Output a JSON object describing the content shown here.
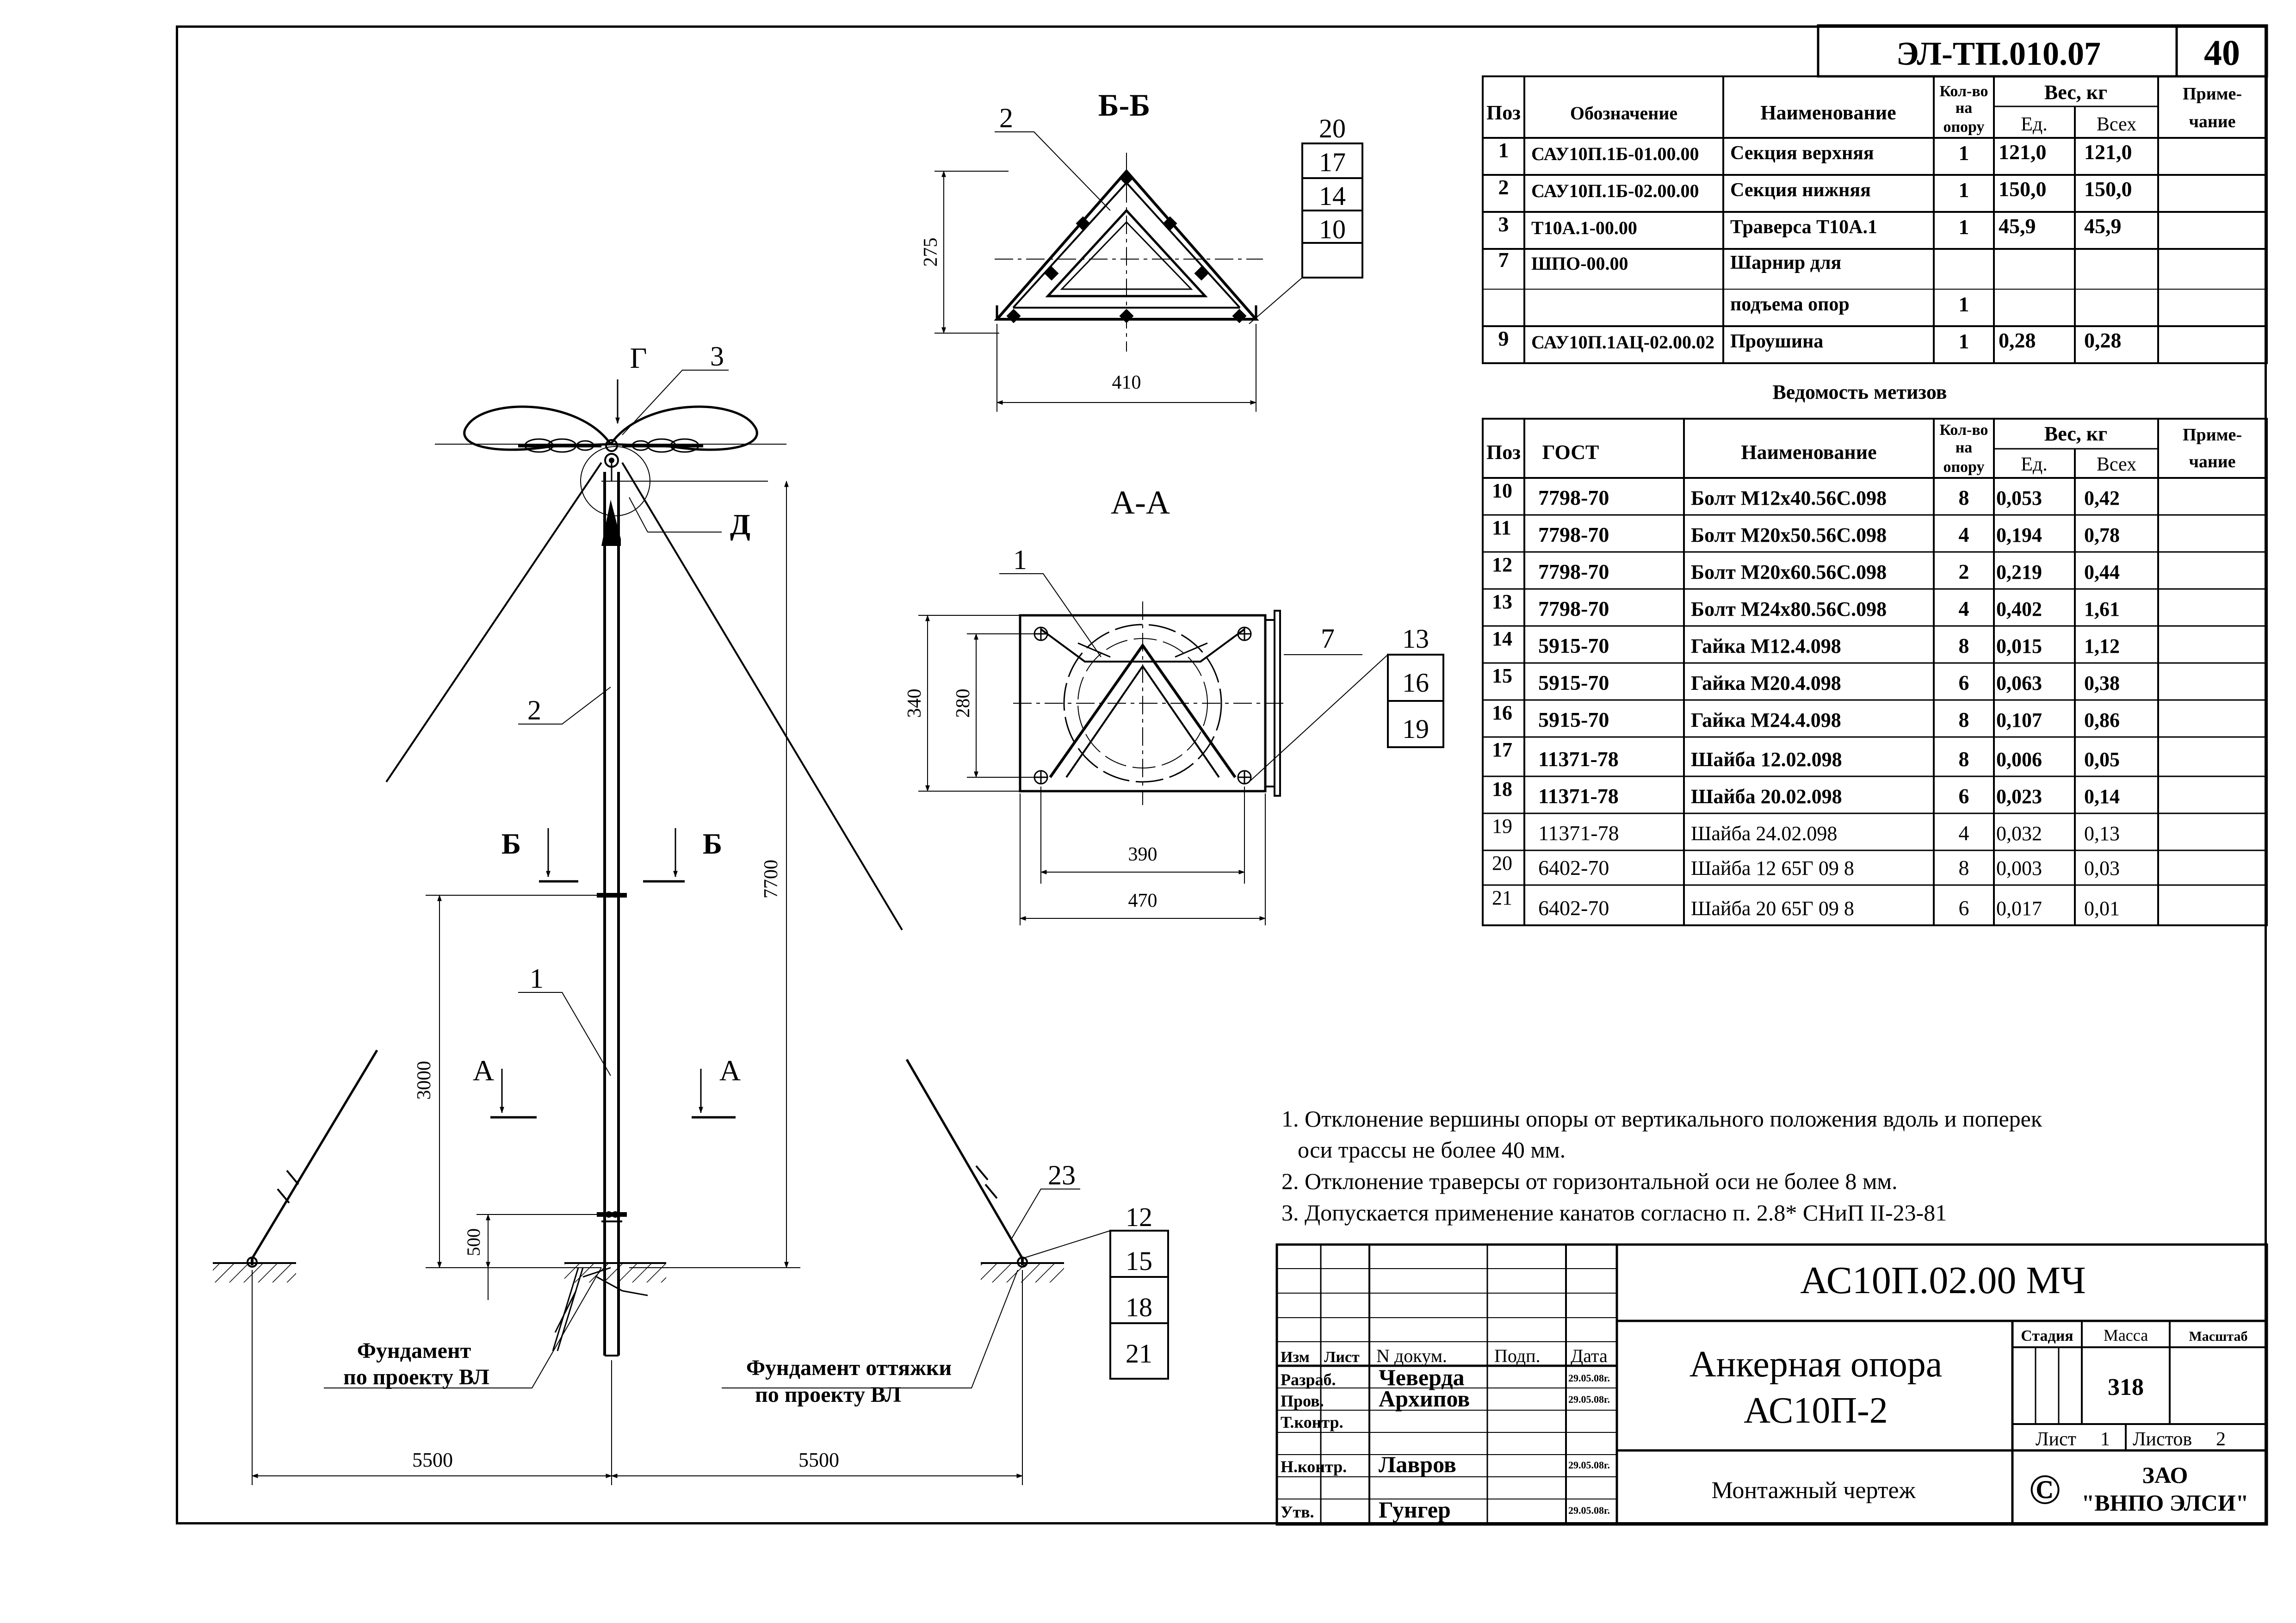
{
  "document_code": "ЭЛ-ТП.010.07",
  "sheet_number": "40",
  "spec_table": {
    "headers": {
      "pos": "Поз",
      "designation": "Обозначение",
      "name": "Наименование",
      "qty": [
        "Кол-во",
        "на",
        "опору"
      ],
      "weight": "Вес, кг",
      "unit": "Ед.",
      "total": "Всех",
      "note": [
        "Приме-",
        "чание"
      ]
    },
    "rows": [
      {
        "pos": "1",
        "designation": "САУ10П.1Б-01.00.00",
        "name": "Секция верхняя",
        "qty": "1",
        "unit": "121,0",
        "total": "121,0"
      },
      {
        "pos": "2",
        "designation": "САУ10П.1Б-02.00.00",
        "name": "Секция нижняя",
        "qty": "1",
        "unit": "150,0",
        "total": "150,0"
      },
      {
        "pos": "3",
        "designation": "Т10А.1-00.00",
        "name": "Траверса  Т10А.1",
        "qty": "1",
        "unit": "45,9",
        "total": "45,9"
      },
      {
        "pos": "7",
        "designation": "ШПО-00.00",
        "name": "Шарнир для",
        "qty": "",
        "unit": "",
        "total": ""
      },
      {
        "pos": "",
        "designation": "",
        "name": "подъема опор",
        "qty": "1",
        "unit": "",
        "total": ""
      },
      {
        "pos": "9",
        "designation": "САУ10П.1АЦ-02.00.02",
        "name": "Проушина",
        "qty": "1",
        "unit": "0,28",
        "total": "0,28"
      }
    ]
  },
  "hardware_table": {
    "title": "Ведомость метизов",
    "headers": {
      "pos": "Поз",
      "gost": "ГОСТ",
      "name": "Наименование",
      "qty": [
        "Кол-во",
        "на",
        "опору"
      ],
      "weight": "Вес, кг",
      "unit": "Ед.",
      "total": "Всех",
      "note": [
        "Приме-",
        "чание"
      ]
    },
    "rows": [
      {
        "pos": "10",
        "gost": "7798-70",
        "name": "Болт М12х40.56С.098",
        "qty": "8",
        "unit": "0,053",
        "total": "0,42"
      },
      {
        "pos": "11",
        "gost": "7798-70",
        "name": "Болт М20х50.56С.098",
        "qty": "4",
        "unit": "0,194",
        "total": "0,78"
      },
      {
        "pos": "12",
        "gost": "7798-70",
        "name": "Болт М20х60.56С.098",
        "qty": "2",
        "unit": "0,219",
        "total": "0,44"
      },
      {
        "pos": "13",
        "gost": "7798-70",
        "name": "Болт М24х80.56С.098",
        "qty": "4",
        "unit": "0,402",
        "total": "1,61"
      },
      {
        "pos": "14",
        "gost": "5915-70",
        "name": "Гайка  М12.4.098",
        "qty": "8",
        "unit": "0,015",
        "total": "1,12"
      },
      {
        "pos": "15",
        "gost": "5915-70",
        "name": "Гайка  М20.4.098",
        "qty": "6",
        "unit": "0,063",
        "total": "0,38"
      },
      {
        "pos": "16",
        "gost": "5915-70",
        "name": "Гайка  М24.4.098",
        "qty": "8",
        "unit": "0,107",
        "total": "0,86"
      },
      {
        "pos": "17",
        "gost": "11371-78",
        "name": "Шайба  12.02.098",
        "qty": "8",
        "unit": "0,006",
        "total": "0,05"
      },
      {
        "pos": "18",
        "gost": "11371-78",
        "name": "Шайба  20.02.098",
        "qty": "6",
        "unit": "0,023",
        "total": "0,14"
      },
      {
        "pos": "19",
        "gost": "11371-78",
        "name": "Шайба  24.02.098",
        "qty": "4",
        "unit": "0,032",
        "total": "0,13"
      },
      {
        "pos": "20",
        "gost": "6402-70",
        "name": "Шайба  12 65Г 09 8",
        "qty": "8",
        "unit": "0,003",
        "total": "0,03"
      },
      {
        "pos": "21",
        "gost": "6402-70",
        "name": "Шайба  20 65Г 09 8",
        "qty": "6",
        "unit": "0,017",
        "total": "0,01"
      }
    ]
  },
  "notes": [
    "1. Отклонение вершины опоры от вертикального положения вдоль и поперек",
    "оси трассы не более 40 мм.",
    "2. Отклонение траверсы от горизонтальной оси не более 8 мм.",
    "3. Допускается применение канатов согласно п. 2.8* СНиП  II-23-81"
  ],
  "title_block": {
    "doc_code": "АС10П.02.00 МЧ",
    "title": [
      "Анкерная опора",
      "АС10П-2"
    ],
    "drawing_type": "Монтажный чертеж",
    "col_izm": "Изм",
    "col_list": "Лист",
    "col_ndoc": "N докум.",
    "col_podp": "Подп.",
    "col_data": "Дата",
    "stage": "Стадия",
    "mass": "Масса",
    "scale": "Масштаб",
    "mass_value": "318",
    "sheet_label": "Лист",
    "sheet_value": "1",
    "sheets_label": "Листов",
    "sheets_value": "2",
    "company": [
      "ЗАО",
      "\"ВНПО ЭЛСИ\""
    ],
    "copyright": "©",
    "roles": [
      {
        "role": "Разраб.",
        "name": "Чеверда",
        "date": "29.05.08г."
      },
      {
        "role": "Пров.",
        "name": "Архипов",
        "date": "29.05.08г."
      },
      {
        "role": "Т.контр.",
        "name": "",
        "date": ""
      },
      {
        "role": "Н.контр.",
        "name": "Лавров",
        "date": "29.05.08г."
      },
      {
        "role": "Утв.",
        "name": "Гунгер",
        "date": "29.05.08г."
      }
    ]
  },
  "drawing": {
    "section_bb": "Б-Б",
    "section_aa": "А-А",
    "dims": {
      "bb_height": "275",
      "bb_width": "410",
      "aa_h1": "340",
      "aa_h2": "280",
      "aa_w1": "390",
      "aa_w2": "470",
      "pole_height": "7700",
      "lower_section": "3000",
      "foundation_depth": "500",
      "left_span": "5500",
      "right_span": "5500"
    },
    "view_labels": {
      "g": "Г",
      "d": "Д",
      "b_left": "Б",
      "b_right": "Б",
      "a_left": "А",
      "a_right": "А"
    },
    "callouts": {
      "bb_pos": "2",
      "bb_stack": [
        "20",
        "17",
        "14",
        "10"
      ],
      "aa_pos": "1",
      "aa_hinge": "7",
      "aa_stack": [
        "13",
        "16",
        "19"
      ],
      "pole_traverse": "3",
      "pole_upper": "2",
      "pole_lower": "1",
      "anchor": "23",
      "anchor_stack": [
        "12",
        "15",
        "18",
        "21"
      ]
    },
    "foundation_pole": [
      "Фундамент",
      "по проекту ВЛ"
    ],
    "foundation_guy": [
      "Фундамент оттяжки",
      "по проекту ВЛ"
    ]
  }
}
